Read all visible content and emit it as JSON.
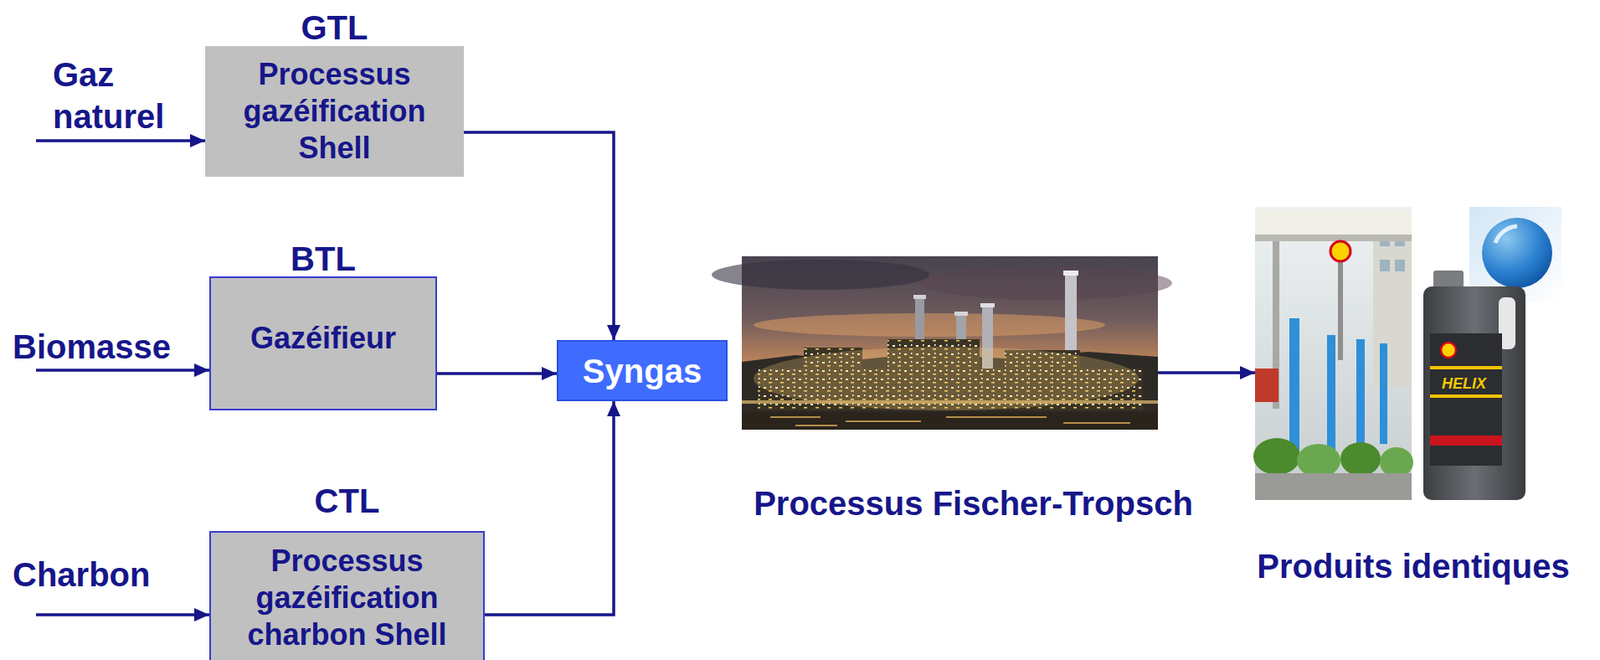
{
  "diagram": {
    "nodes": [
      {
        "text": [
          "GTL",
          "Processus gazéification Shell"
        ]
      },
      {
        "text": [
          "BTL",
          "Gazéifieur"
        ]
      },
      {
        "text": [
          "CTL",
          "Processus gazéification charbon Shell"
        ]
      },
      {
        "text": [
          "Syngas"
        ]
      },
      {
        "text": [
          "Processus Fischer-Tropsch"
        ]
      },
      {
        "text": [
          "Produits identiques"
        ]
      }
    ],
    "edges": [
      {
        "from": 0,
        "to": 3,
        "arrow": "to"
      },
      {
        "from": 1,
        "to": 3,
        "arrow": "to"
      },
      {
        "from": 2,
        "to": 3,
        "arrow": "to"
      },
      {
        "from": 4,
        "to": 5,
        "arrow": "to"
      }
    ],
    "labels": [
      "Gaz naturel",
      "Biomasse",
      "Charbon",
      "HELIX"
    ]
  }
}
